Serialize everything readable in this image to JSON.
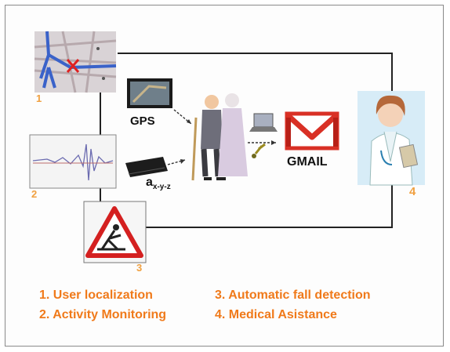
{
  "diagram": {
    "nodes": [
      {
        "id": "map",
        "number": "1",
        "icon": "map-icon"
      },
      {
        "id": "signal",
        "number": "2",
        "icon": "signal-waveform-icon"
      },
      {
        "id": "fall",
        "number": "3",
        "icon": "fall-warning-sign-icon"
      },
      {
        "id": "doctor",
        "number": "4",
        "icon": "doctor-icon"
      }
    ],
    "labels": {
      "gps": "GPS",
      "accel_a": "a",
      "accel_sub": "x-y-z",
      "gmail": "GMAIL"
    },
    "captions": [
      "1. User localization",
      "2. Activity Monitoring",
      "3. Automatic fall detection",
      "4. Medical Asistance"
    ],
    "colors": {
      "caption": "#f07a1a",
      "number": "#f0a040",
      "gmail_red": "#d93025",
      "warning_red": "#d42020"
    }
  }
}
